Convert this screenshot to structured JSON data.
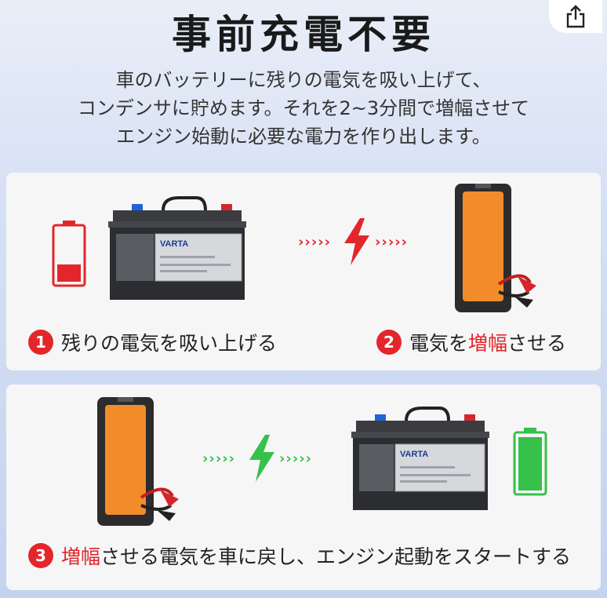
{
  "header": {
    "title": "事前充電不要",
    "description": [
      "車のバッテリーに残りの電気を吸い上げて、",
      "コンデンサに貯めます。それを2~3分間で増幅させて",
      "エンジン始動に必要な電力を作り出します。"
    ]
  },
  "battery_brand": "VARTA",
  "steps": [
    {
      "number": "1",
      "pre": "残りの電気を吸い上げる",
      "highlight": "",
      "post": ""
    },
    {
      "number": "2",
      "pre": "電気を",
      "highlight": "増幅",
      "post": "させる"
    },
    {
      "number": "3",
      "pre": "",
      "highlight": "増幅",
      "post": "させる電気を車に戻し、エンジン起動をスタートする"
    }
  ],
  "arrow_text": "›››››",
  "battery_levels": {
    "low": 0.3,
    "full": 0.95
  },
  "colors": {
    "red": "#e3262b",
    "green": "#35c14a",
    "orange": "#f28c2a"
  },
  "icons": [
    "share-icon",
    "lightning-icon",
    "battery-level-icon"
  ]
}
